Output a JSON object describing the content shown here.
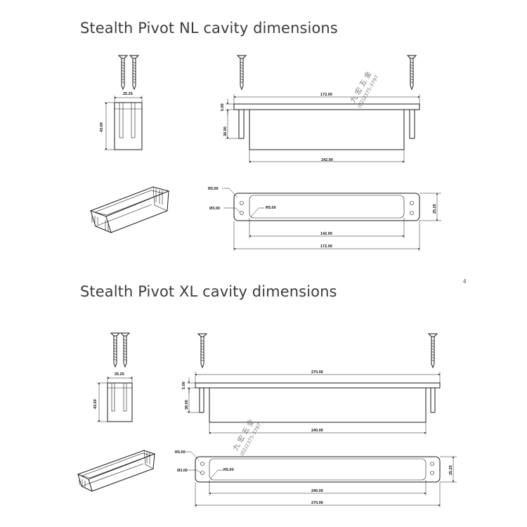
{
  "page_number": "4",
  "watermark": {
    "chinese": "九 宏 五 金",
    "phone": "(02)2375-3797"
  },
  "sections": [
    {
      "id": "nl",
      "title": "Stealth Pivot NL cavity dimensions",
      "dims": {
        "side_width": "25.25",
        "side_height": "43.00",
        "top_length": "172.00",
        "top_thickness": "5.00",
        "leg_height": "38.00",
        "inner_length": "142.00",
        "plan_radius_outer": "R5.00",
        "plan_hole": "Ø3.00",
        "plan_radius_inner": "R5.00",
        "plan_width": "25.25",
        "plan_inner_length": "142.00",
        "plan_total_length": "172.00"
      }
    },
    {
      "id": "xl",
      "title": "Stealth Pivot XL cavity dimensions",
      "dims": {
        "side_width": "25.25",
        "side_height": "43.00",
        "top_length": "270.00",
        "top_thickness": "5.00",
        "leg_height": "38.00",
        "inner_length": "240.00",
        "plan_radius_outer": "R5.00",
        "plan_hole": "Ø3.00",
        "plan_radius_inner": "R5.00",
        "plan_width": "25.25",
        "plan_inner_length": "240.00",
        "plan_total_length": "270.00"
      }
    }
  ]
}
